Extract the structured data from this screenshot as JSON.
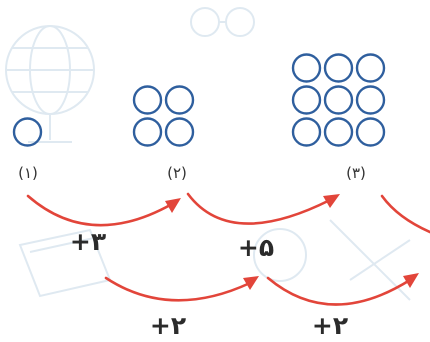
{
  "figures": [
    {
      "label": "(۱)",
      "rows": 1,
      "cols": 1
    },
    {
      "label": "(۲)",
      "rows": 2,
      "cols": 2
    },
    {
      "label": "(۳)",
      "rows": 3,
      "cols": 3
    }
  ],
  "first_differences": [
    "+۳",
    "+۵"
  ],
  "second_differences": [
    "+۲",
    "+۲"
  ],
  "colors": {
    "circle_stroke": "#2f5f9e",
    "arrow": "#e2453a",
    "text": "#2b2b2b",
    "watermark": "#dfe9f1"
  }
}
